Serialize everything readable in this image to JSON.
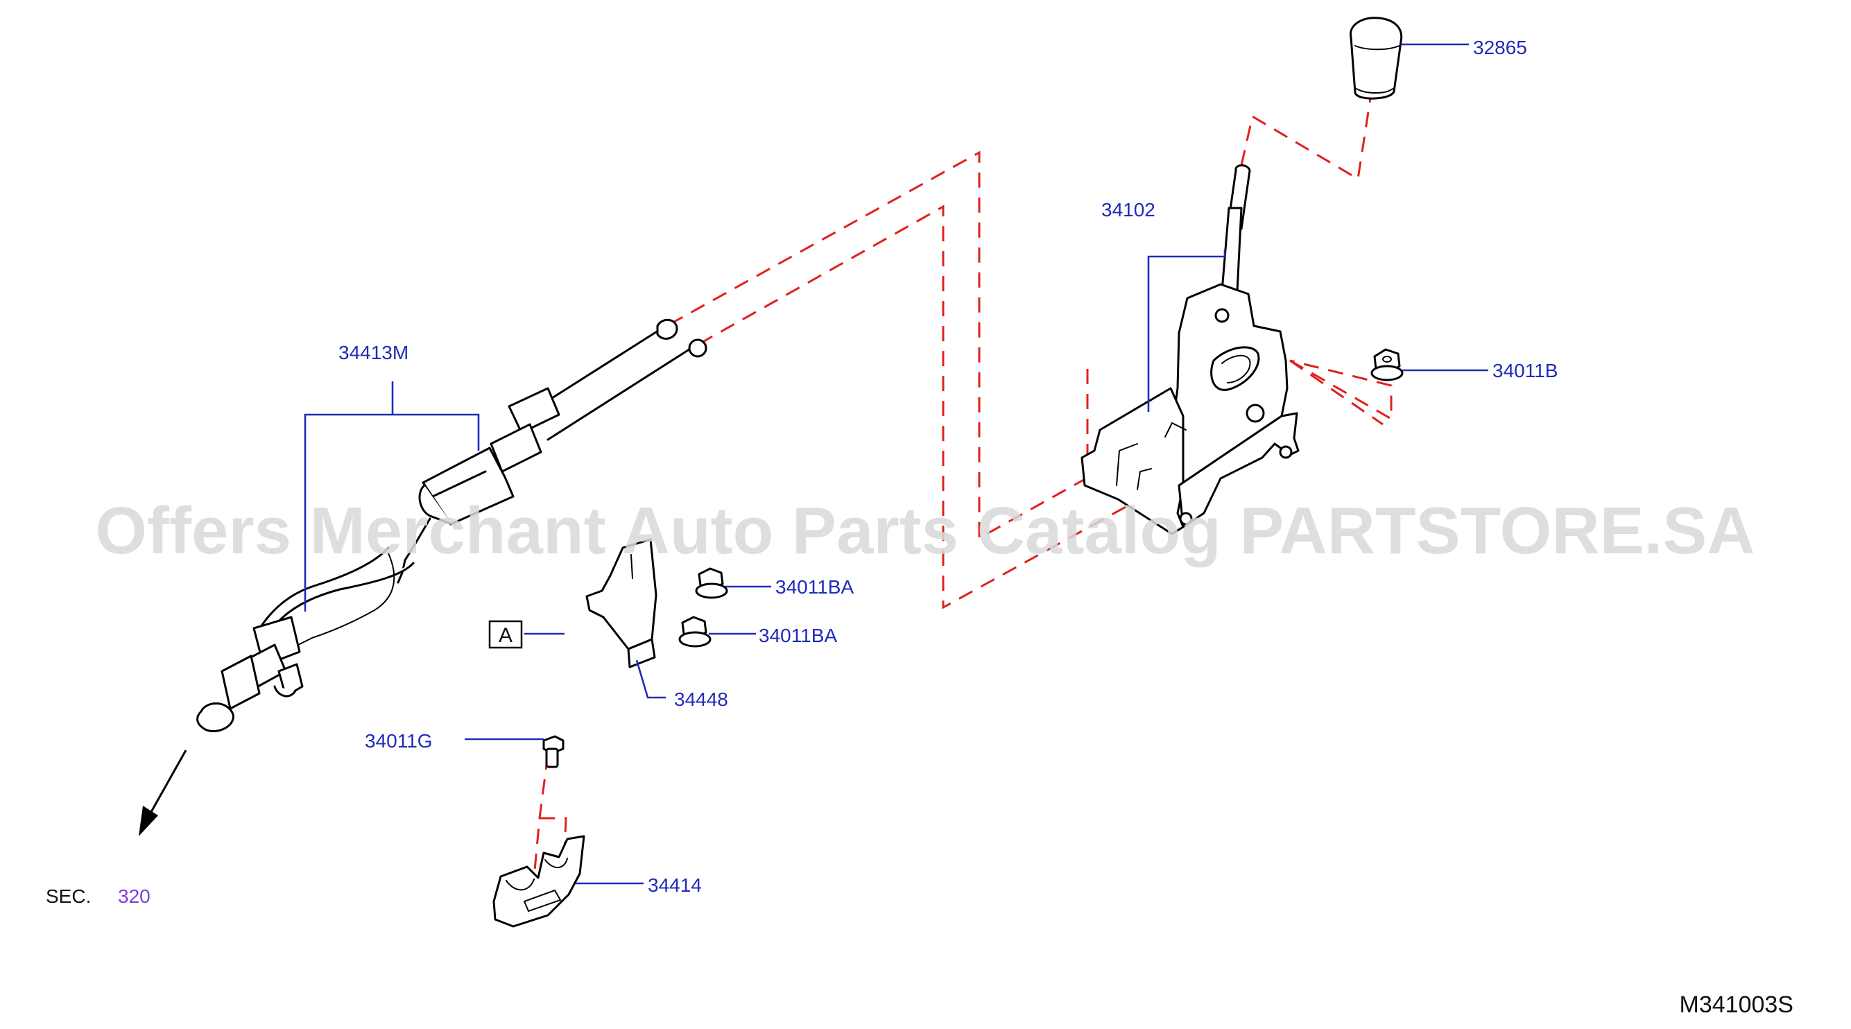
{
  "diagram": {
    "watermark": "Offers Merchant Auto Parts Catalog PARTSTORE.SA",
    "drawing_code": "M341003S",
    "section_ref": {
      "prefix": "SEC.",
      "number": "320"
    },
    "view_ref": "A",
    "callouts": [
      {
        "id": "32865",
        "label": "32865"
      },
      {
        "id": "34102",
        "label": "34102"
      },
      {
        "id": "34011B",
        "label": "34011B"
      },
      {
        "id": "34413M",
        "label": "34413M"
      },
      {
        "id": "34011BA_1",
        "label": "34011BA"
      },
      {
        "id": "34011BA_2",
        "label": "34011BA"
      },
      {
        "id": "34448",
        "label": "34448"
      },
      {
        "id": "34011G",
        "label": "34011G"
      },
      {
        "id": "34414",
        "label": "34414"
      }
    ],
    "colors": {
      "callout": "#1f2bb8",
      "dashed_guide": "#e0201e",
      "section": "#7a3fd6",
      "watermark": "#d9d9d9"
    }
  }
}
